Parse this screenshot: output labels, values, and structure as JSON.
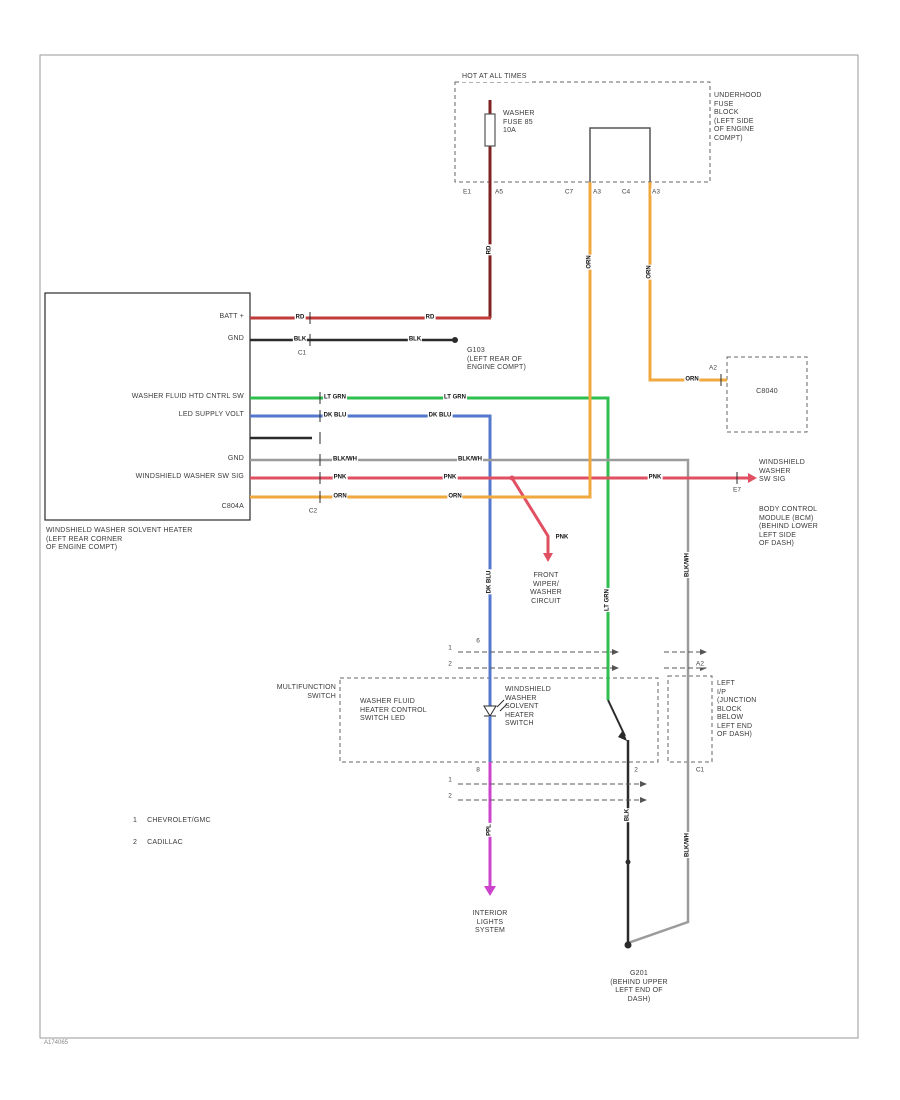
{
  "page": {
    "code": "A174065"
  },
  "colors": {
    "frame": "#9a9a9a",
    "dash": "#666666",
    "wire_red": "#c23b3b",
    "wire_dark_red": "#7e2222",
    "wire_black": "#2b2b2b",
    "wire_green": "#2fbf4f",
    "wire_blue": "#5577cc",
    "wire_gray": "#9b9b9b",
    "wire_pink": "#e05062",
    "wire_orange": "#efa93f",
    "wire_purple": "#cc44cc",
    "symbol": "#555555"
  },
  "top": {
    "hot_label": "HOT AT ALL TIMES",
    "fuse_lines": [
      "WASHER",
      "FUSE 85",
      "10A"
    ],
    "underhood_lines": [
      "UNDERHOOD",
      "FUSE",
      "BLOCK",
      "(LEFT SIDE",
      "OF ENGINE",
      "COMPT)"
    ],
    "pin_e1": "E1",
    "pin_a5": "A5",
    "pin_c7": "C7",
    "pin_a3a": "A3",
    "pin_c4": "C4",
    "pin_a3b": "A3"
  },
  "module": {
    "pins": [
      "BATT +",
      "GND",
      "WASHER FLUID HTD CNTRL SW",
      "LED SUPPLY VOLT",
      "GND",
      "WINDSHIELD WASHER SW SIG"
    ],
    "connector": "C804A",
    "conn1": "C1",
    "conn2": "C2",
    "caption_lines": [
      "WINDSHIELD WASHER SOLVENT HEATER",
      "(LEFT REAR CORNER",
      "OF ENGINE COMPT)"
    ]
  },
  "wire_labels": {
    "rd": "RD",
    "blk": "BLK",
    "lt_grn": "LT GRN",
    "dk_blu": "DK BLU",
    "blk_wh": "BLK/WH",
    "pnk": "PNK",
    "orn": "ORN",
    "ppl": "PPL"
  },
  "grounds": {
    "g103_lines": [
      "G103",
      "(LEFT REAR OF",
      "ENGINE COMPT)"
    ],
    "g201_lines": [
      "G201",
      "(BEHIND UPPER",
      "LEFT END OF",
      "DASH)"
    ]
  },
  "bcm": {
    "connector": "C8040",
    "pin_a2": "A2",
    "pin_e7": "E7",
    "sig_lines": [
      "WINDSHIELD",
      "WASHER",
      "SW SIG"
    ],
    "name_lines": [
      "BODY CONTROL",
      "MODULE (BCM)",
      "(BEHIND LOWER",
      "LEFT SIDE",
      "OF DASH)"
    ]
  },
  "front_wiper_lines": [
    "FRONT",
    "WIPER/",
    "WASHER",
    "CIRCUIT"
  ],
  "switch_area": {
    "multifunction_lines": [
      "MULTIFUNCTION",
      "SWITCH"
    ],
    "led_switch_lines": [
      "WASHER FLUID",
      "HEATER CONTROL",
      "SWITCH LED"
    ],
    "heater_switch_lines": [
      "WINDSHIELD",
      "WASHER",
      "SOLVENT",
      "HEATER",
      "SWITCH"
    ],
    "junction_lines": [
      "LEFT",
      "I/P",
      "(JUNCTION",
      "BLOCK",
      "BELOW",
      "LEFT END",
      "OF DASH)"
    ],
    "variant_1": "1",
    "variant_2": "2",
    "pin_6": "6",
    "pin_8": "8",
    "pin_2": "2",
    "pin_a2": "A2",
    "pin_c1": "C1"
  },
  "interior_lines": [
    "INTERIOR",
    "LIGHTS",
    "SYSTEM"
  ],
  "legend": [
    {
      "num": "1",
      "label": "CHEVROLET/GMC"
    },
    {
      "num": "2",
      "label": "CADILLAC"
    }
  ]
}
